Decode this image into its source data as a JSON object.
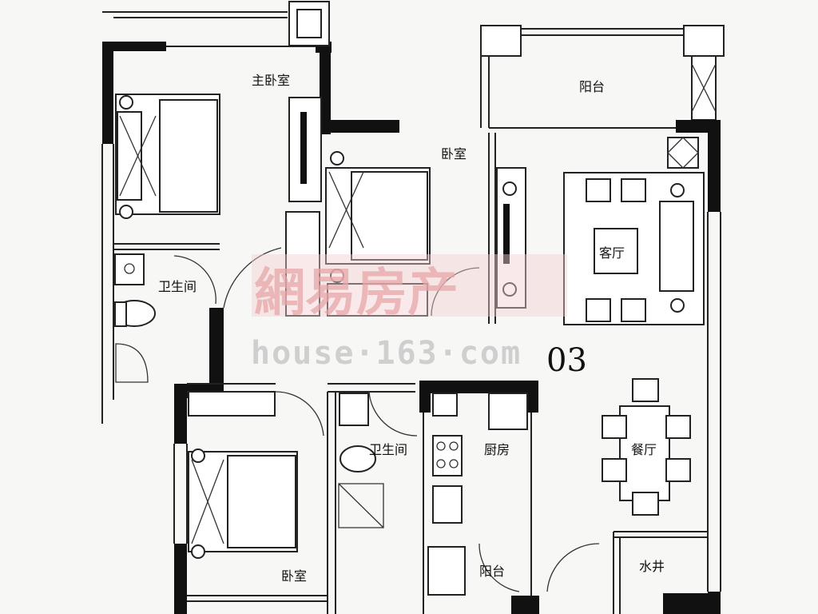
{
  "unit_label": "03",
  "rooms": {
    "master_bedroom": "主卧室",
    "bedroom_top": "卧室",
    "balcony_top": "阳台",
    "living_room": "客厅",
    "bathroom_top": "卫生间",
    "bathroom_bottom": "卫生间",
    "kitchen": "厨房",
    "dining_room": "餐厅",
    "bedroom_bottom": "卧室",
    "balcony_bottom": "阳台",
    "water_shaft": "水井"
  },
  "watermark": {
    "brand_cn": "網易房产",
    "url": "house·163·com"
  },
  "colors": {
    "wall": "#111111",
    "watermark_red": "#e8a7a9",
    "watermark_gray": "#cfcfcf",
    "paper": "#f7f7f5"
  }
}
